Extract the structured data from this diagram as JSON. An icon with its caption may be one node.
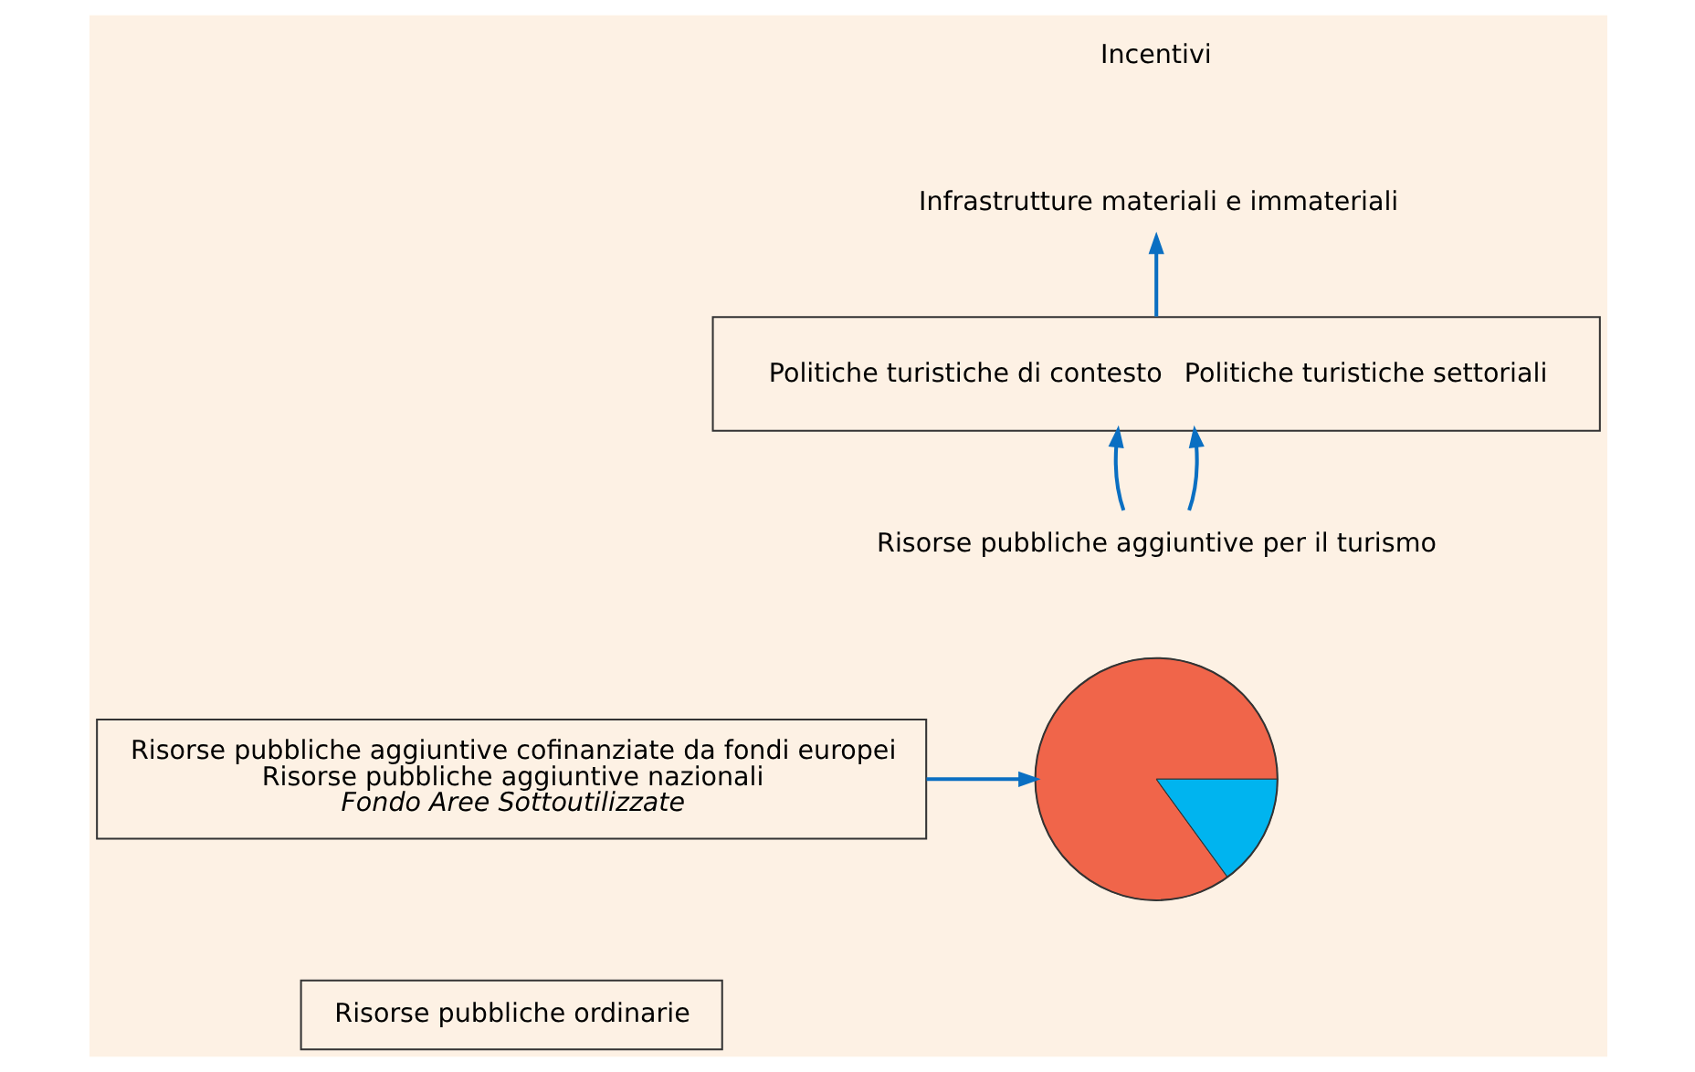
{
  "diagram": {
    "nodes": [
      {
        "text": [
          "Politiche turistiche di contesto",
          "Politiche turistiche settoriali"
        ]
      },
      {
        "text": [
          "Incentivi"
        ]
      },
      {
        "text": [
          "Infrastrutture materiali e immateriali"
        ]
      },
      {
        "text": [
          "Risorse pubbliche aggiuntive per il turismo"
        ]
      },
      {
        "text": [],
        "shape": "picture"
      },
      {
        "text": [
          "Risorse pubbliche aggiuntive cofinanziate da fondi europei",
          "Risorse pubbliche aggiuntive nazionali",
          "Fondo Aree Sottoutilizzate"
        ]
      },
      {
        "text": [
          "Risorse pubbliche ordinarie"
        ]
      }
    ],
    "edges": [
      {
        "from": 3,
        "to": 0,
        "arrow": "to"
      },
      {
        "from": 3,
        "to": 0,
        "arrow": "to"
      },
      {
        "from": 0,
        "to": 2,
        "arrow": "to"
      },
      {
        "from": 5,
        "to": 4,
        "arrow": "to"
      }
    ]
  }
}
